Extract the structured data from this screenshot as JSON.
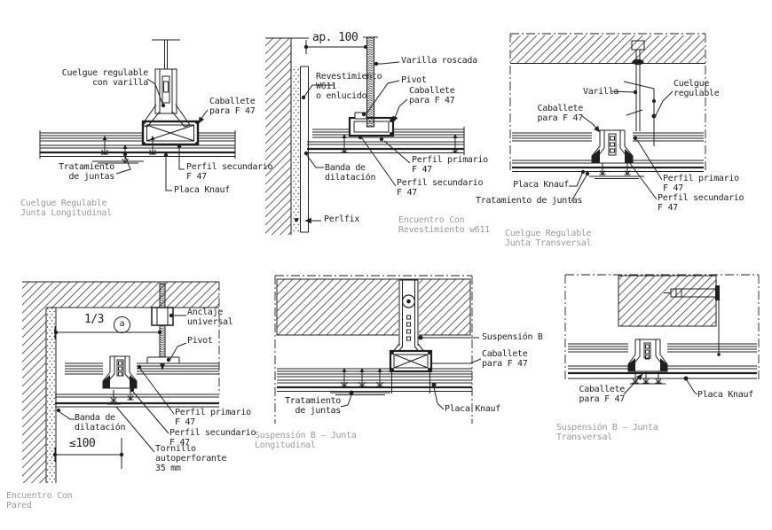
{
  "colors": {
    "line": "#1f1f1f",
    "caption": "#9b9b9b",
    "background": "#ffffff"
  },
  "details": {
    "d1": {
      "caption": "Cuelgue Regulable\nJunta Longitudinal",
      "labels": {
        "cuelgue_regulable": "Cuelgue regulable\ncon varilla",
        "caballete": "Caballete\npara F 47",
        "tratamiento": "Tratamiento\nde juntas",
        "perfil_secundario": "Perfil secundario\nF 47",
        "placa_knauf": "Placa Knauf"
      }
    },
    "d2": {
      "caption": "Encuentro Con\nRevestimiento w611",
      "dim_ap100": "ap. 100",
      "labels": {
        "varilla_roscada": "Varilla roscada",
        "pivot": "Pivot",
        "revestimiento": "Revestimiento\nW611\no enlucido",
        "caballete": "Caballete\npara F 47",
        "perfil_primario": "Perfil primario\nF 47",
        "banda": "Banda de\ndilatación",
        "perfil_secundario": "Perfil secundario\nF 47",
        "perlfix": "Perlfix"
      }
    },
    "d3": {
      "caption": "Cuelgue Regulable\nJunta Transversal",
      "labels": {
        "varilla": "Varilla",
        "cuelgue_regulable": "Cuelgue\nregulable",
        "caballete": "Caballete\npara F 47",
        "placa_knauf": "Placa Knauf",
        "tratamiento": "Tratamiento de juntas",
        "perfil_primario": "Perfil primario\nF 47",
        "perfil_secundario": "Perfil secundario\nF 47"
      }
    },
    "d4": {
      "caption": "Encuentro Con\nPared",
      "dim_third": "1/3",
      "dim_circle": "a",
      "dim_max": "≤100",
      "labels": {
        "anclaje": "Anclaje\nuniversal",
        "pivot": "Pivot",
        "banda": "Banda de\ndilatación",
        "perfil_primario": "Perfil primario\nF 47",
        "perfil_secundario": "Perfil secundario\nF 47",
        "tornillo": "Tornillo\nautoperforante\n35 mm"
      }
    },
    "d5": {
      "caption": "Suspensión B — Junta\nLongitudinal",
      "labels": {
        "suspension": "Suspensión B",
        "caballete": "Caballete\npara F 47",
        "tratamiento": "Tratamiento\nde juntas",
        "placa_knauf": "Placa Knauf"
      }
    },
    "d6": {
      "caption": "Suspensión B — Junta\nTransversal",
      "labels": {
        "caballete": "Caballete\npara F 47",
        "placa_knauf": "Placa Knauf"
      }
    }
  }
}
